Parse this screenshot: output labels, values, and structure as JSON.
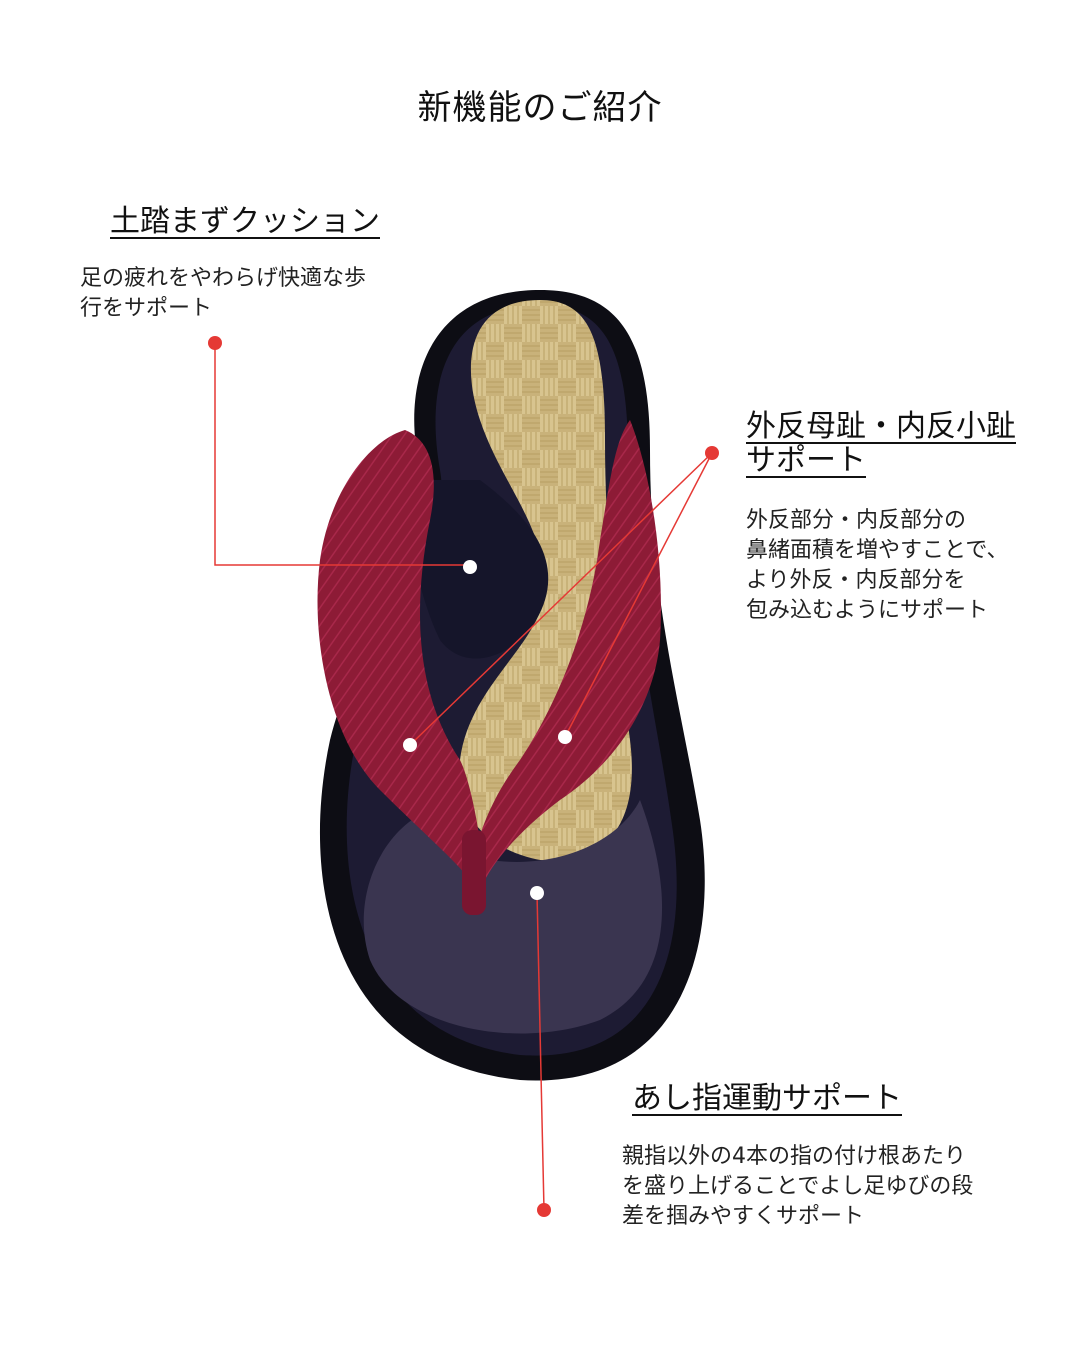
{
  "page": {
    "title": "新機能のご紹介"
  },
  "features": {
    "cushion": {
      "heading": "土踏まずクッション",
      "description": "足の疲れをやわらげ快適な歩\n行をサポート"
    },
    "bunion": {
      "heading_line1": "外反母趾・内反小趾",
      "heading_line2": "サポート",
      "description": "外反部分・内反部分の\n鼻緒面積を増やすことで、\nより外反・内反部分を\n包み込むようにサポート"
    },
    "toe_exercise": {
      "heading": "あし指運動サポート",
      "description": "親指以外の4本の指の付け根あたり\nを盛り上げることでよし足ゆびの段\n差を掴みやすくサポート"
    }
  },
  "colors": {
    "accent_red": "#e53935",
    "strap_red": "#8b1a35",
    "sole_black": "#0d0d14",
    "tatami": "#d9c693",
    "arch_pad": "#15152a",
    "toe_pad": "#3a3550"
  }
}
